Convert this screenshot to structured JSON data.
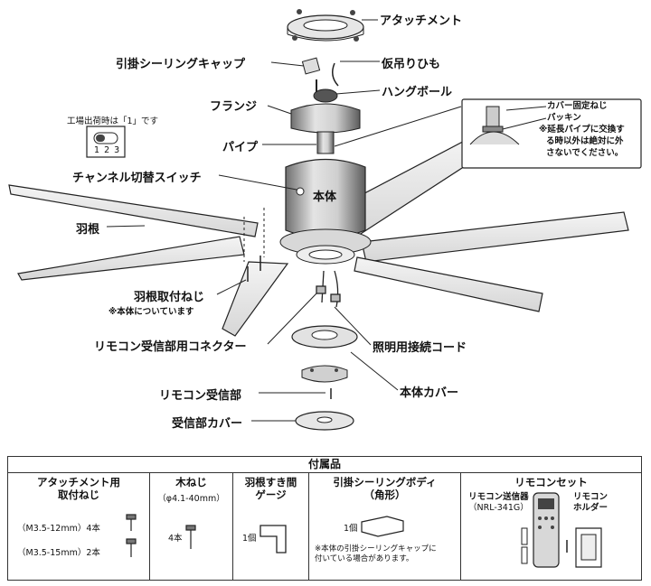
{
  "labels": {
    "attachment": "アタッチメント",
    "hook_cap": "引掛シーリングキャップ",
    "temp_string": "仮吊りひも",
    "flange": "フランジ",
    "hang_ball": "ハングボール",
    "pipe": "パイプ",
    "channel_switch": "チャンネル切替スイッチ",
    "body": "本体",
    "blade": "羽根",
    "blade_screw": "羽根取付ねじ",
    "blade_screw_note": "※本体についています",
    "remote_connector": "リモコン受信部用コネクター",
    "light_cord": "照明用接続コード",
    "remote_receiver": "リモコン受信部",
    "body_cover": "本体カバー",
    "receiver_cover": "受信部カバー"
  },
  "switch": {
    "factory_note": "工場出荷時は「1」です",
    "positions": "1 2 3"
  },
  "callout": {
    "cover_screw": "カバー固定ねじ",
    "packing": "パッキン",
    "note_lines": [
      "※延長パイプに交換す",
      "る時以外は絶対に外",
      "さないでください。"
    ]
  },
  "accessories": {
    "title": "付属品",
    "col1": {
      "head_lines": [
        "アタッチメント用",
        "取付ねじ"
      ],
      "row1": "（M3.5-12mm）4本",
      "row2": "（M3.5-15mm）2本"
    },
    "col2": {
      "head": "木ねじ",
      "sub": "（φ4.1-40mm）",
      "qty": "4本"
    },
    "col3": {
      "head_lines": [
        "羽根すき間",
        "ゲージ"
      ],
      "qty": "1個"
    },
    "col4": {
      "head_lines": [
        "引掛シーリングボディ",
        "（角形）"
      ],
      "qty": "1個",
      "note_lines": [
        "※本体の引掛シーリングキャップに",
        "付いている場合があります。"
      ]
    },
    "col5": {
      "head": "リモコンセット",
      "transmitter_lines": [
        "リモコン送信器",
        "（NRL-341G）"
      ],
      "holder_lines": [
        "リモコン",
        "ホルダー"
      ]
    }
  }
}
